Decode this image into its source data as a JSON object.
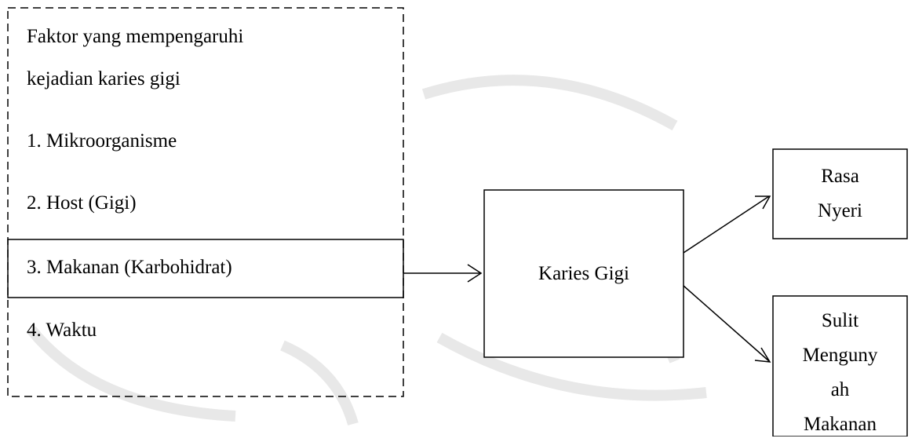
{
  "factors_box": {
    "title_line1": "Faktor yang mempengaruhi",
    "title_line2": "kejadian karies gigi",
    "items": [
      "1. Mikroorganisme",
      "2. Host (Gigi)",
      "3. Makanan (Karbohidrat)",
      "4. Waktu"
    ]
  },
  "center_box": {
    "label": "Karies Gigi"
  },
  "outcomes": [
    {
      "lines": [
        "Rasa",
        "Nyeri"
      ]
    },
    {
      "lines": [
        "Sulit",
        "Menguny",
        "ah",
        "Makanan"
      ]
    }
  ],
  "colors": {
    "line": "#000000",
    "watermark": "#e6e6e6"
  }
}
